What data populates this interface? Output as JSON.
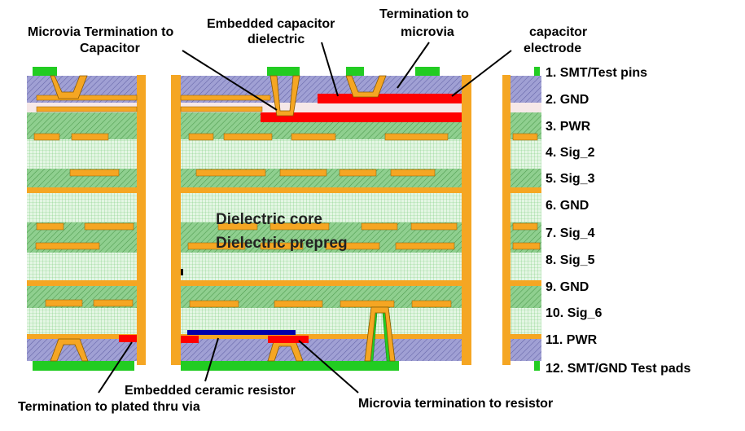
{
  "layers": [
    "1. SMT/Test pins",
    "2. GND",
    "3. PWR",
    "4. Sig_2",
    "5. Sig_3",
    "6.  GND",
    "7. Sig_4",
    "8. Sig_5",
    "9. GND",
    "10. Sig_6",
    "11. PWR",
    "12. SMT/GND Test pads"
  ],
  "callouts": {
    "microvia_cap_1": "Microvia Termination to",
    "microvia_cap_2": "Capacitor",
    "emb_cap_1": "Embedded capacitor",
    "emb_cap_2": "dielectric",
    "term_microvia_1": "Termination to",
    "term_microvia_2": "microvia",
    "cap_electrode_1": "capacitor",
    "cap_electrode_2": "electrode",
    "emb_resistor": "Embedded ceramic resistor",
    "term_plated": "Termination to plated thru via",
    "microvia_resistor": "Microvia termination to resistor"
  },
  "core_labels": {
    "core": "Dielectric core",
    "prepreg": "Dielectric prepreg"
  },
  "colors": {
    "copper": "#F5A623",
    "pad_green": "#22CC22",
    "capacitor_red": "#FF0000",
    "resistor_blue": "#0000AA",
    "buildup": "#9999CC",
    "core": "#CCEECC",
    "prepreg": "#88CC88"
  }
}
